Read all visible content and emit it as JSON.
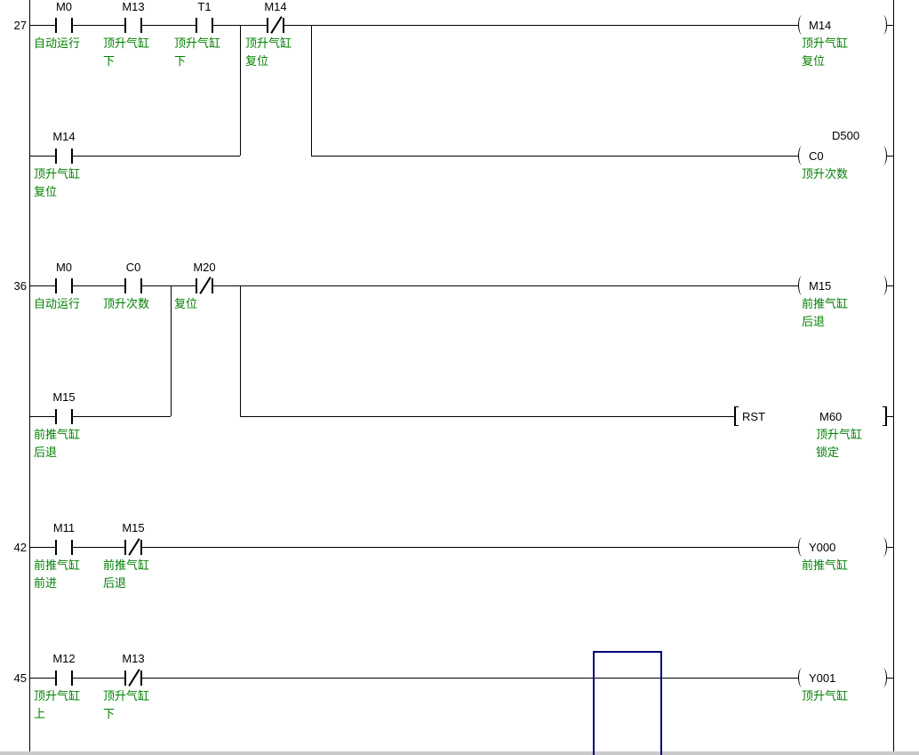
{
  "colors": {
    "wire": "#000000",
    "device_text": "#000000",
    "comment_text": "#008000",
    "cursor": "#000080",
    "bottom_bar": "#c9c9c9"
  },
  "rungs": {
    "r27": {
      "number": "27",
      "contacts": {
        "m0": {
          "label": "M0",
          "c1": "自动运行"
        },
        "m13": {
          "label": "M13",
          "c1": "顶升气缸",
          "c2": "下"
        },
        "t1": {
          "label": "T1",
          "c1": "顶升气缸",
          "c2": "下"
        },
        "m14nc": {
          "label": "M14",
          "c1": "顶升气缸",
          "c2": "复位"
        },
        "m14br": {
          "label": "M14",
          "c1": "顶升气缸",
          "c2": "复位"
        }
      },
      "coil_m14": {
        "label": "M14",
        "c1": "顶升气缸",
        "c2": "复位"
      },
      "coil_c0": {
        "label": "C0",
        "preset": "D500",
        "c1": "顶升次数"
      }
    },
    "r36": {
      "number": "36",
      "contacts": {
        "m0": {
          "label": "M0",
          "c1": "自动运行"
        },
        "c0": {
          "label": "C0",
          "c1": "顶升次数"
        },
        "m20nc": {
          "label": "M20",
          "c1": "复位"
        },
        "m15br": {
          "label": "M15",
          "c1": "前推气缸",
          "c2": "后退"
        }
      },
      "coil_m15": {
        "label": "M15",
        "c1": "前推气缸",
        "c2": "后退"
      },
      "rst": {
        "op": "RST",
        "operand": "M60",
        "c1": "顶升气缸",
        "c2": "锁定"
      }
    },
    "r42": {
      "number": "42",
      "contacts": {
        "m11": {
          "label": "M11",
          "c1": "前推气缸",
          "c2": "前进"
        },
        "m15nc": {
          "label": "M15",
          "c1": "前推气缸",
          "c2": "后退"
        }
      },
      "coil_y000": {
        "label": "Y000",
        "c1": "前推气缸"
      }
    },
    "r45": {
      "number": "45",
      "contacts": {
        "m12": {
          "label": "M12",
          "c1": "顶升气缸",
          "c2": "上"
        },
        "m13nc": {
          "label": "M13",
          "c1": "顶升气缸",
          "c2": "下"
        }
      },
      "coil_y001": {
        "label": "Y001",
        "c1": "顶升气缸"
      }
    }
  }
}
